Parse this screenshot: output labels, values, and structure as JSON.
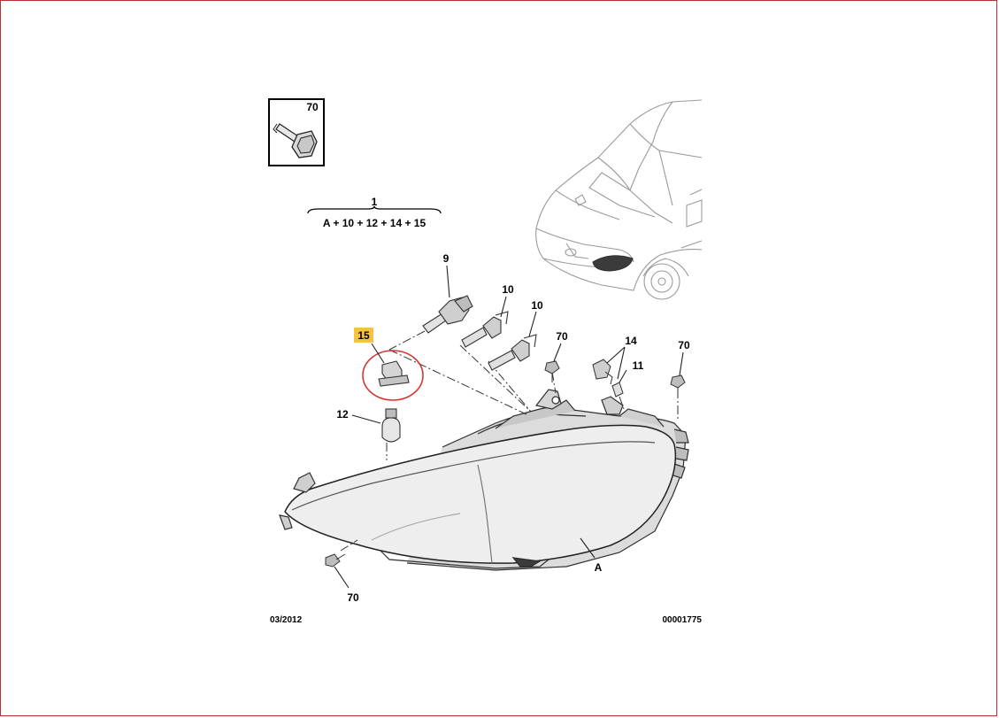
{
  "inset": {
    "label": "70"
  },
  "formula": {
    "total_label": "1",
    "equation": "A + 10 + 12 + 14 + 15"
  },
  "callouts": {
    "c9": "9",
    "c10a": "10",
    "c10b": "10",
    "c15": "15",
    "c70a": "70",
    "c14": "14",
    "c11": "11",
    "c70b": "70",
    "c12": "12",
    "cA": "A",
    "c70c": "70"
  },
  "footer": {
    "date": "03/2012",
    "reference": "00001775"
  },
  "colors": {
    "highlight": "#f5c342",
    "circle": "#d93434",
    "frame": "#b5332f",
    "line_art": "#3a3a3a",
    "car_line": "#9a9a9a"
  },
  "icons": {
    "inset": "bolt-icon",
    "car": "car-front-icon",
    "headlamp": "headlamp-assembly-icon"
  }
}
